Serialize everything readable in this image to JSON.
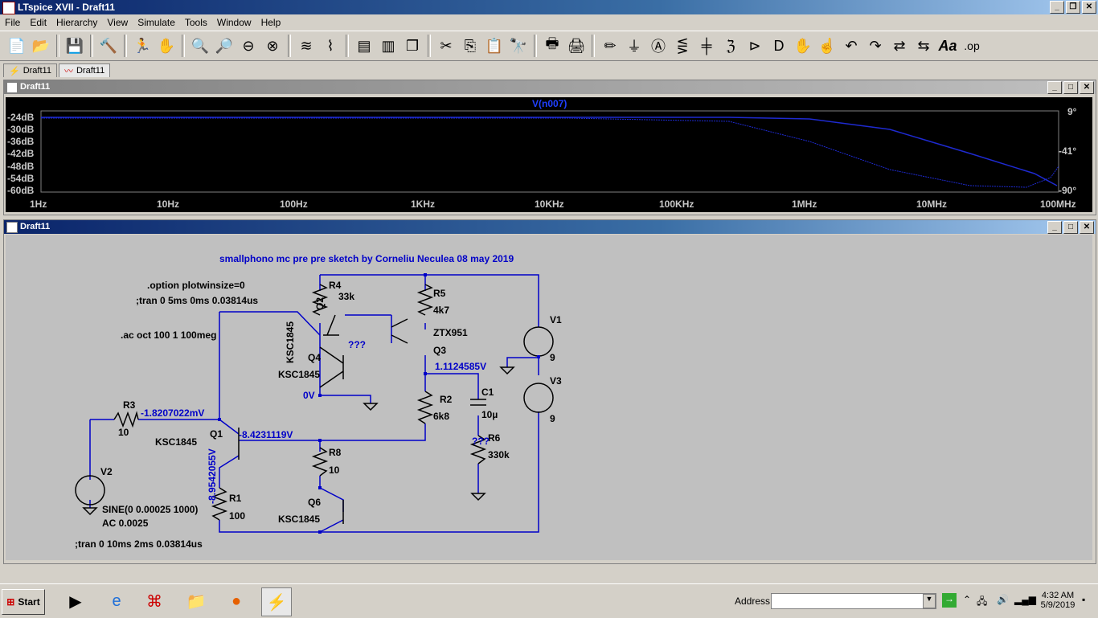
{
  "app": {
    "title": "LTspice XVII - Draft11"
  },
  "menu": [
    "File",
    "Edit",
    "Hierarchy",
    "View",
    "Simulate",
    "Tools",
    "Window",
    "Help"
  ],
  "toolbar_icons": [
    "new-schematic",
    "open",
    "save",
    "control-panel",
    "run",
    "halt",
    "zoom-in",
    "zoom-pan",
    "zoom-out",
    "zoom-fit",
    "autorange",
    "waveform",
    "tile-horizontal",
    "tile-vertical",
    "cascade",
    "cut",
    "copy",
    "paste",
    "find",
    "print-setup",
    "print",
    "draw-wire",
    "ground",
    "label-net",
    "resistor",
    "capacitor",
    "inductor",
    "diode",
    "component",
    "move",
    "drag",
    "undo",
    "redo",
    "rotate",
    "mirror",
    "text",
    "spice-directive"
  ],
  "tabs": [
    {
      "label": "Draft11"
    },
    {
      "label": "Draft11"
    }
  ],
  "plot_window": {
    "title": "Draft11",
    "trace_label": "V(n007)",
    "y_ticks_left": [
      "-24dB",
      "-30dB",
      "-36dB",
      "-42dB",
      "-48dB",
      "-54dB",
      "-60dB"
    ],
    "y_ticks_right": [
      "9°",
      "-41°",
      "-90°"
    ],
    "x_ticks": [
      "1Hz",
      "10Hz",
      "100Hz",
      "1KHz",
      "10KHz",
      "100KHz",
      "1MHz",
      "10MHz",
      "100MHz"
    ]
  },
  "schematic_window": {
    "title": "Draft11",
    "heading": "smallphono mc pre pre  sketch by Corneliu Neculea  08 may 2019",
    "directives": [
      ".option plotwinsize=0",
      ";tran 0 5ms 0ms 0.03814us",
      ".ac oct 100 1 100meg",
      ";tran 0 10ms 2ms 0.03814us"
    ],
    "components": {
      "R4": "R4",
      "R4v": "33k",
      "R5": "R5",
      "R5v": "4k7",
      "R3": "R3",
      "R3v": "10",
      "R2": "R2",
      "R2v": "6k8",
      "R8": "R8",
      "R8v": "10",
      "R1": "R1",
      "R1v": "100",
      "R6": "R6",
      "R6v": "330k",
      "C1": "C1",
      "C1v": "10µ",
      "V1": "V1",
      "V1v": "9",
      "V2": "V2",
      "V3": "V3",
      "V3v": "9",
      "Q1": "Q1",
      "Q1m": "KSC1845",
      "Q2": "Q2",
      "Q2m": "KSC1845",
      "Q3": "Q3",
      "Q3m": "ZTX951",
      "Q4": "Q4",
      "Q4m": "KSC1845",
      "Q6": "Q6",
      "Q6m": "KSC1845",
      "V2sine": "SINE(0 0.00025 1000)",
      "V2ac": "AC 0.0025"
    },
    "node_labels": {
      "n1": "-1.8207022mV",
      "n2": "-8.4231119V",
      "n3": "-8.9542055V",
      "n4": "1.1124585V",
      "n5": "0V",
      "q1": "???",
      "q2": "???"
    }
  },
  "taskbar": {
    "start": "Start",
    "address_label": "Address",
    "time": "4:32 AM",
    "date": "5/9/2019"
  }
}
